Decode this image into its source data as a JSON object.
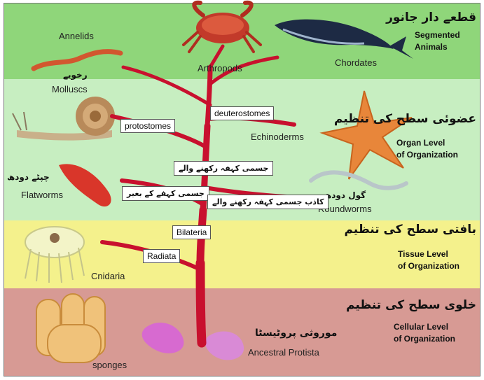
{
  "levels": [
    {
      "urdu": "قطعے دار جانور",
      "english_line1": "Segmented",
      "english_line2": "Animals"
    },
    {
      "urdu": "عضوئی سطح کی تنظیم",
      "english_line1": "Organ Level",
      "english_line2": "of Organization"
    },
    {
      "urdu": "بافتی سطح کی تنظیم",
      "english_line1": "Tissue Level",
      "english_line2": "of Organization"
    },
    {
      "urdu": "خلوی سطح کی تنظیم",
      "english_line1": "Cellular Level",
      "english_line2": "of Organization"
    }
  ],
  "animals": {
    "annelids": "Annelids",
    "arthropods": "Arthropods",
    "chordates": "Chordates",
    "molluscs_urdu": "رخویے",
    "molluscs": "Molluscs",
    "echinoderms": "Echinoderms",
    "flatworms_urdu": "چپٹے دودھ",
    "flatworms": "Flatworms",
    "roundworms_urdu": "گول دودھ",
    "roundworms": "Roundworms",
    "cnidaria": "Cnidaria",
    "sponges": "sponges",
    "protista_urdu": "موروثی پروٹیسٹا",
    "protista": "Ancestral Protista"
  },
  "branch_labels": {
    "protostomes": "protostomes",
    "deuterostomes": "deuterostomes",
    "true_coelom": "جسمی کہفہ رکھنے والے",
    "acoelomates": "جسمی کہفے کے بغیر",
    "pseudocoelomates": "کاذب جسمی کہفہ رکھنے والے",
    "bilateria": "Bilateria",
    "radiata": "Radiata"
  },
  "colors": {
    "segmented_band": "#8fd67a",
    "organ_band": "#c7eec1",
    "tissue_band": "#f4f18c",
    "cellular_band": "#d79a94",
    "tree": "#c8102e"
  }
}
